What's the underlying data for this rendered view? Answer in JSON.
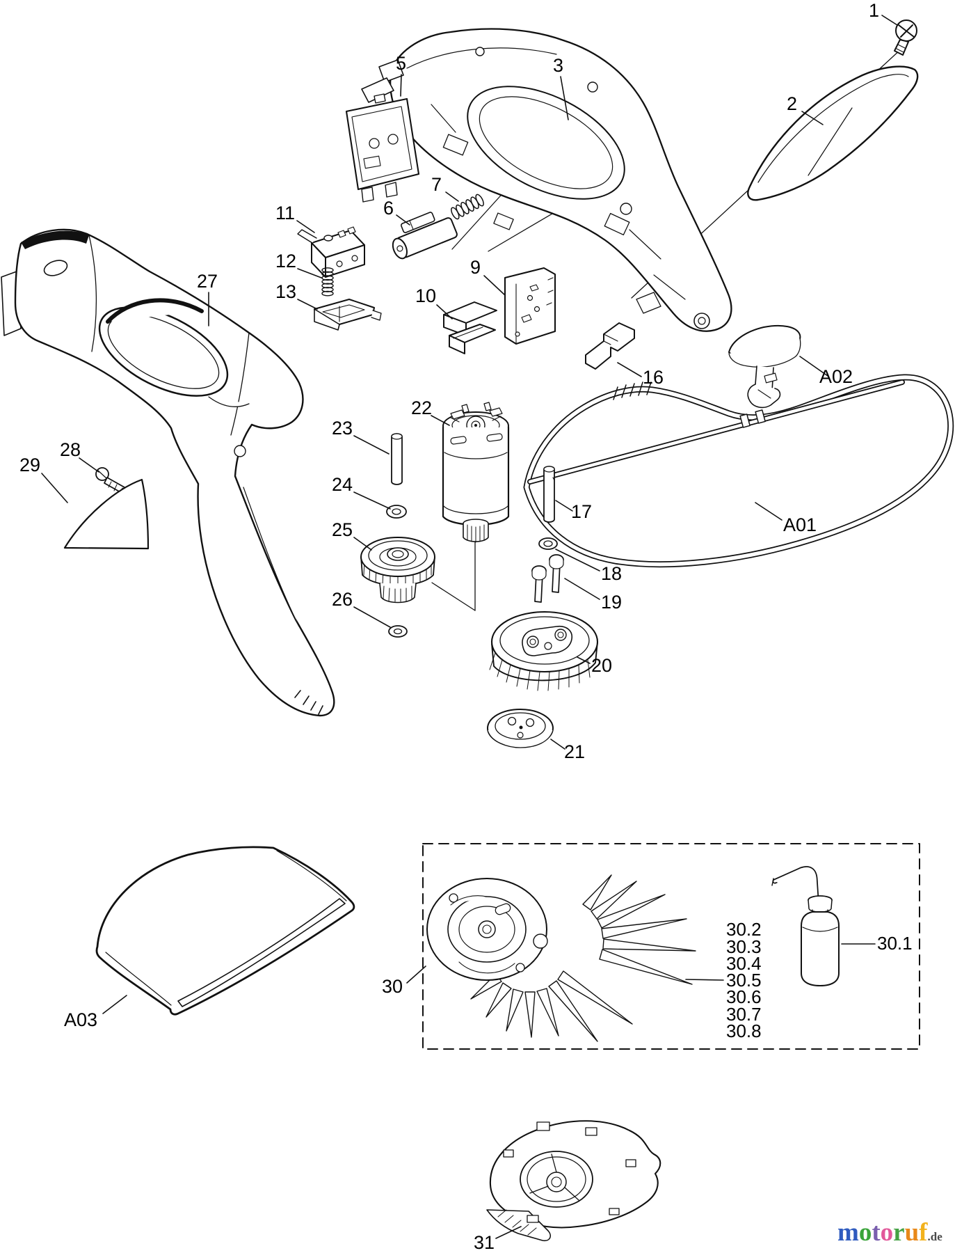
{
  "diagram": {
    "type": "exploded-parts-diagram",
    "stroke_color": "#111111",
    "background": "#ffffff"
  },
  "part_labels": [
    "1",
    "2",
    "3",
    "5",
    "6",
    "7",
    "9",
    "10",
    "11",
    "12",
    "13",
    "16",
    "17",
    "18",
    "19",
    "20",
    "21",
    "22",
    "23",
    "24",
    "25",
    "26",
    "27",
    "28",
    "29",
    "30",
    "31",
    "A01",
    "A02",
    "A03",
    "30.1",
    "30.2",
    "30.3",
    "30.4",
    "30.5",
    "30.6",
    "30.7",
    "30.8"
  ],
  "logo": {
    "letters": [
      {
        "ch": "m",
        "color": "#2f5bbf"
      },
      {
        "ch": "o",
        "color": "#3ba43b"
      },
      {
        "ch": "t",
        "color": "#7a5fae"
      },
      {
        "ch": "o",
        "color": "#e2589a"
      },
      {
        "ch": "r",
        "color": "#44a244"
      },
      {
        "ch": "u",
        "color": "#e8881a"
      },
      {
        "ch": "f",
        "color": "#f2b21d"
      }
    ],
    "suffix": ".de",
    "suffix_color": "#4a4a4a"
  }
}
